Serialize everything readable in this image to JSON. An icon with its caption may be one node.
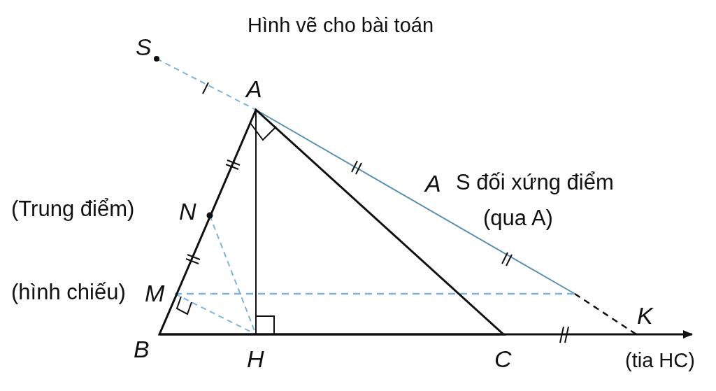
{
  "diagram": {
    "title": "Hình vẽ cho bài toán",
    "labels": [
      "S",
      "A",
      "A",
      "S đối xứng điểm",
      "(Trung điểm)",
      "N",
      "(qua A)",
      "(hình chiếu)",
      "M",
      "K",
      "B",
      "H",
      "C",
      "(tia HC)"
    ]
  }
}
